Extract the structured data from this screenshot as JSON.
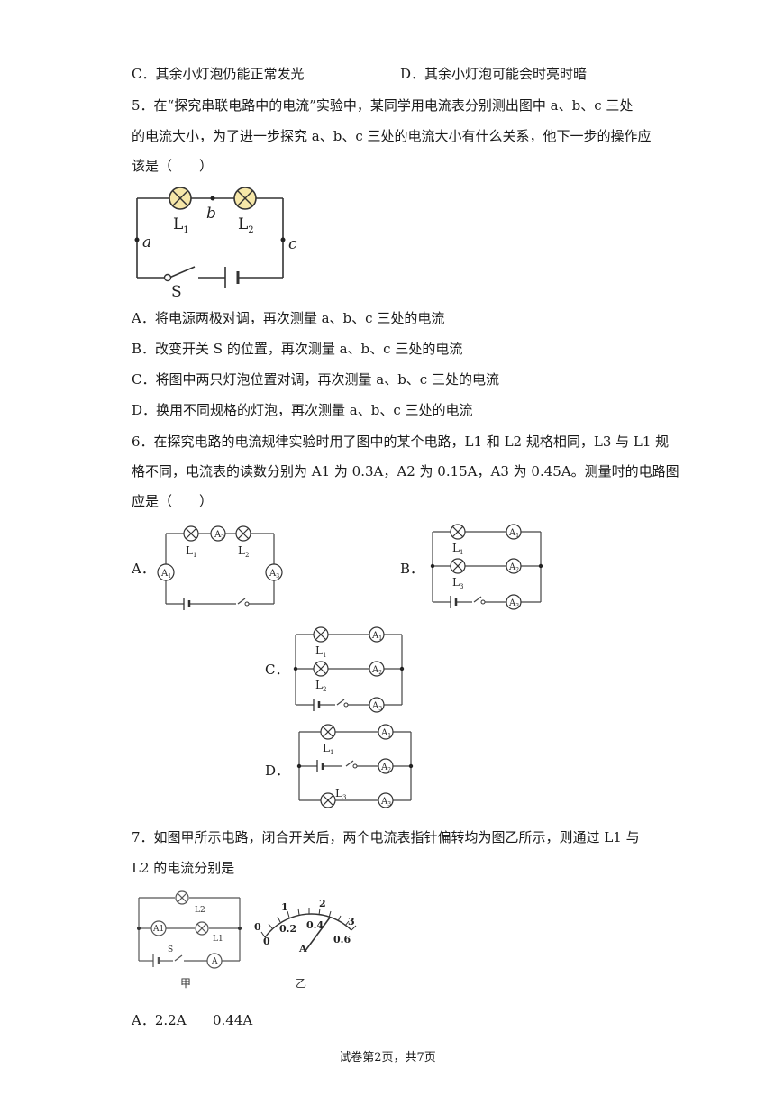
{
  "q4_options": {
    "C": "C．其余小灯泡仍能正常发光",
    "D": "D．其余小灯泡可能会时亮时暗"
  },
  "q5": {
    "stem_1": "5．在“探究串联电路中的电流”实验中，某同学用电流表分别测出图中 a、b、c 三处",
    "stem_2": "的电流大小，为了进一步探究 a、b、c 三处的电流大小有什么关系，他下一步的操作应",
    "stem_3": "该是（　　）",
    "figure": {
      "L1": "L",
      "L1_sub": "1",
      "L2": "L",
      "L2_sub": "2",
      "a": "a",
      "b": "b",
      "c": "c",
      "S": "S"
    },
    "options": {
      "A": "A．将电源两极对调，再次测量 a、b、c 三处的电流",
      "B": "B．改变开关 S 的位置，再次测量 a、b、c 三处的电流",
      "C": "C．将图中两只灯泡位置对调，再次测量 a、b、c 三处的电流",
      "D": "D．换用不同规格的灯泡，再次测量 a、b、c 三处的电流"
    }
  },
  "q6": {
    "stem_1": "6．在探究电路的电流规律实验时用了图中的某个电路，L1 和 L2 规格相同，L3 与 L1 规",
    "stem_2": "格不同，电流表的读数分别为 A1 为 0.3A，A2 为 0.15A，A3 为 0.45A。测量时的电路图",
    "stem_3": "应是（　　）",
    "labels": {
      "A": "A．",
      "B": "B．",
      "C": "C．",
      "D": "D．"
    },
    "meter": "A",
    "lamp": "L",
    "sub_1": "1",
    "sub_2": "2",
    "sub_3": "3"
  },
  "q7": {
    "stem_1": "7．如图甲所示电路，闭合开关后，两个电流表指针偏转均为图乙所示，则通过 L1 与",
    "stem_2": "L2 的电流分别是",
    "fig_jia": "甲",
    "fig_yi": "乙",
    "jia_labels": {
      "L2": "L2",
      "L1": "L1",
      "A1": "A1",
      "A": "A",
      "S": "S"
    },
    "dial": {
      "upper": [
        "0",
        "1",
        "2",
        "3"
      ],
      "lower": [
        "0",
        "0.2",
        "0.4",
        "0.6"
      ],
      "unit": "A"
    },
    "option_A_letter": "A．2.2A",
    "option_A_second": "0.44A"
  },
  "footer": "试卷第2页，共7页"
}
